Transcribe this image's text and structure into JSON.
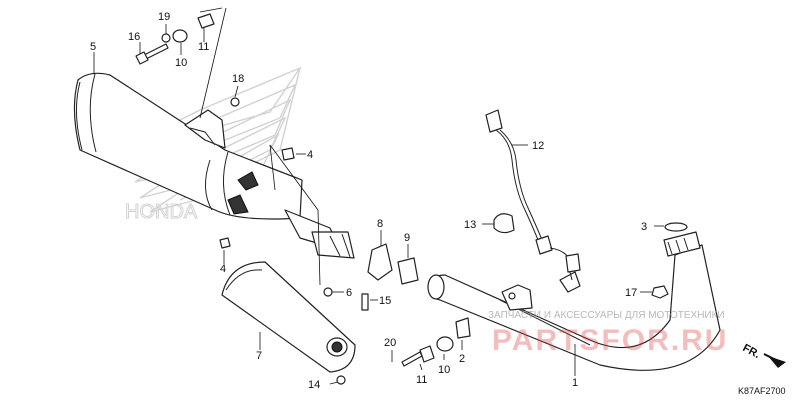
{
  "diagram": {
    "code": "K87AF2700",
    "direction_label": "FR.",
    "watermark": {
      "caption": "ЗАПЧАСТИ И АКСЕССУАРЫ ДЛЯ МОТОТЕХНИКИ",
      "brand": "PARTSFOR.RU",
      "logo_name": "HONDA"
    },
    "callouts": {
      "n1": "1",
      "n2": "2",
      "n3": "3",
      "n4a": "4",
      "n4b": "4",
      "n5": "5",
      "n6": "6",
      "n7": "7",
      "n8": "8",
      "n9": "9",
      "n10a": "10",
      "n10b": "10",
      "n11a": "11",
      "n11b": "11",
      "n12": "12",
      "n13": "13",
      "n14": "14",
      "n15": "15",
      "n16": "16",
      "n17": "17",
      "n18": "18",
      "n19": "19",
      "n20": "20"
    }
  },
  "colors": {
    "line": "#222222",
    "watermark_red": "#e04545",
    "watermark_grey": "#d2d2d2"
  }
}
